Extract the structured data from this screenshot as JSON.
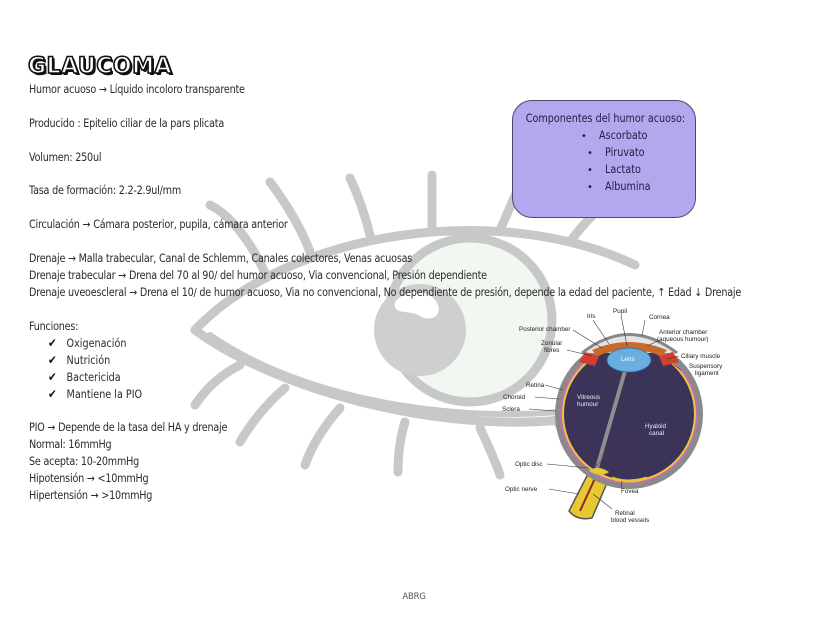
{
  "title": "GLAUCOMA",
  "lines": {
    "humor": "Humor acuoso → Líquido incoloro transparente",
    "producido": "Producido : Epitelio ciliar de la pars plicata",
    "volumen": "Volumen: 250ul",
    "tasa": "Tasa de formación: 2.2-2.9ul/mm",
    "circulacion": "Circulación → Cámara posterior, pupila, cámara anterior",
    "drenaje": "Drenaje → Malla trabecular, Canal de Schlemm, Canales colectores, Venas acuosas",
    "drenaje_trabecular": "Drenaje trabecular → Drena del 70 al 90∕ del humor acuoso, Via convencional, Presión dependiente",
    "drenaje_uveo": "Drenaje uveoescleral → Drena el 10∕ de humor acuoso, Via no convencional, No dependiente de presión, depende la edad del paciente, ↑ Edad  ↓ Drenaje"
  },
  "funciones": {
    "heading": "Funciones:",
    "check_glyph": "✔",
    "items": [
      "Oxigenación",
      "Nutrición",
      "Bactericida",
      "Mantiene la PIO"
    ]
  },
  "pio": {
    "line1": "PIO → Depende de la tasa del HA y drenaje",
    "normal": "Normal: 16mmHg",
    "acepta": "Se acepta: 10-20mmHg",
    "hipotension": "Hipotensión → <10mmHg",
    "hipertension": "Hipertensión → >10mmHg"
  },
  "components_box": {
    "title": "Componentes del humor acuoso:",
    "bullet": "•",
    "items": [
      "Ascorbato",
      "Piruvato",
      "Lactato",
      "Albumina"
    ],
    "color": "#b3a8ee"
  },
  "eye_diagram": {
    "labels": {
      "pupil": "Pupil",
      "iris": "Iris",
      "cornea": "Cornea",
      "posterior_chamber": "Posterior chamber",
      "anterior_chamber_1": "Anterior chamber",
      "anterior_chamber_2": "(aqueous humour)",
      "zonular_1": "Zonular",
      "zonular_2": "fibres",
      "lens": "Lens",
      "ciliary_muscle": "Ciliary muscle",
      "suspensory_1": "Suspensory",
      "suspensory_2": "ligament",
      "retina": "Retina",
      "choroid": "Choroid",
      "sclera": "Sclera",
      "vitreous_1": "Vitreous",
      "vitreous_2": "humour",
      "hyaloid_1": "Hyaloid",
      "hyaloid_2": "canal",
      "optic_disc": "Optic disc",
      "optic_nerve": "Optic nerve",
      "fovea": "Fovea",
      "retinal_1": "Retinal",
      "retinal_2": "blood vessels"
    }
  },
  "footer": "ABRG"
}
